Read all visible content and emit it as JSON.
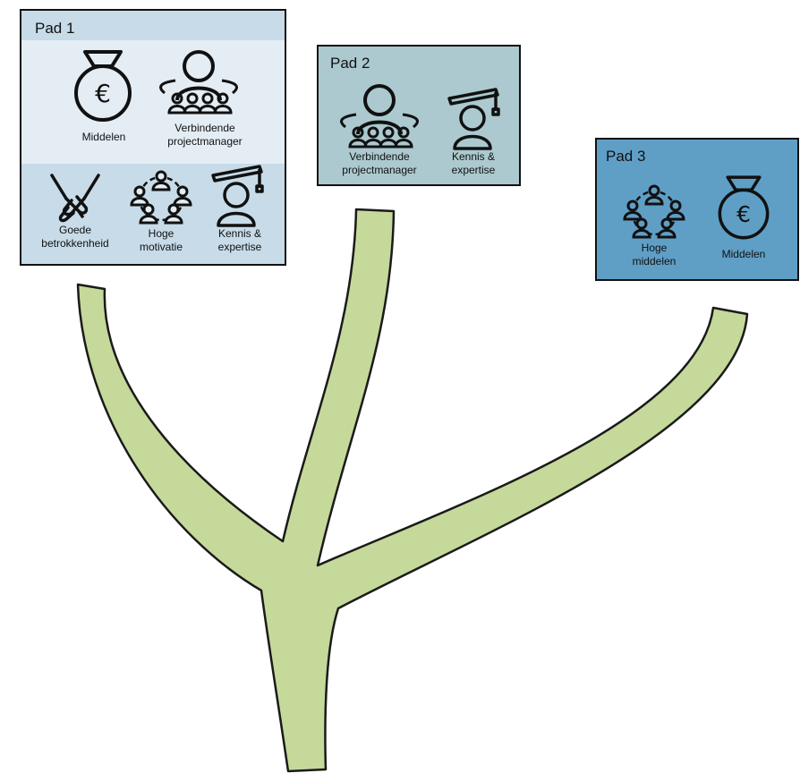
{
  "colors": {
    "trunk_fill": "#c5d99a",
    "trunk_stroke": "#1a1a1a",
    "pad1_top": "#e4edf4",
    "pad1_bottom": "#c7dbe8",
    "pad1_header": "#c7dbe8",
    "pad2_fill": "#abc9cf",
    "pad3_fill": "#5f9fc6"
  },
  "pad1": {
    "title": "Pad 1",
    "items": [
      {
        "icon": "money-bag-icon",
        "label": "Middelen"
      },
      {
        "icon": "team-meeting-icon",
        "label": "Verbindende projectmanager"
      },
      {
        "icon": "handshake-icon",
        "label": "Goede betrokkenheid"
      },
      {
        "icon": "team-cycle-icon",
        "label": "Hoge motivatie"
      },
      {
        "icon": "graduate-icon",
        "label": "Kennis & expertise"
      }
    ]
  },
  "pad2": {
    "title": "Pad 2",
    "items": [
      {
        "icon": "team-meeting-icon",
        "label": "Verbindende projectmanager"
      },
      {
        "icon": "graduate-icon",
        "label": "Kennis & expertise"
      }
    ]
  },
  "pad3": {
    "title": "Pad 3",
    "items": [
      {
        "icon": "team-cycle-icon",
        "label": "Hoge middelen"
      },
      {
        "icon": "money-bag-icon",
        "label": "Middelen"
      }
    ]
  }
}
